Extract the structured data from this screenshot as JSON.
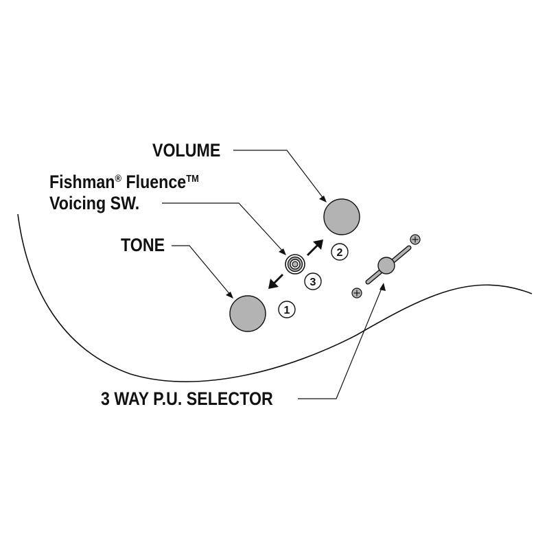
{
  "labels": {
    "volume": "VOLUME",
    "fishman_brand": "Fishman",
    "registered_mark": "®",
    "fluence": " Fluence",
    "trademark": "TM",
    "voicing": "Voicing SW.",
    "tone": "TONE",
    "selector": "3 WAY P.U. SELECTOR"
  },
  "positions": {
    "one": "1",
    "two": "2",
    "three": "3"
  },
  "colors": {
    "knob_fill": "#b3b3b3",
    "line": "#111111",
    "background": "#ffffff"
  }
}
